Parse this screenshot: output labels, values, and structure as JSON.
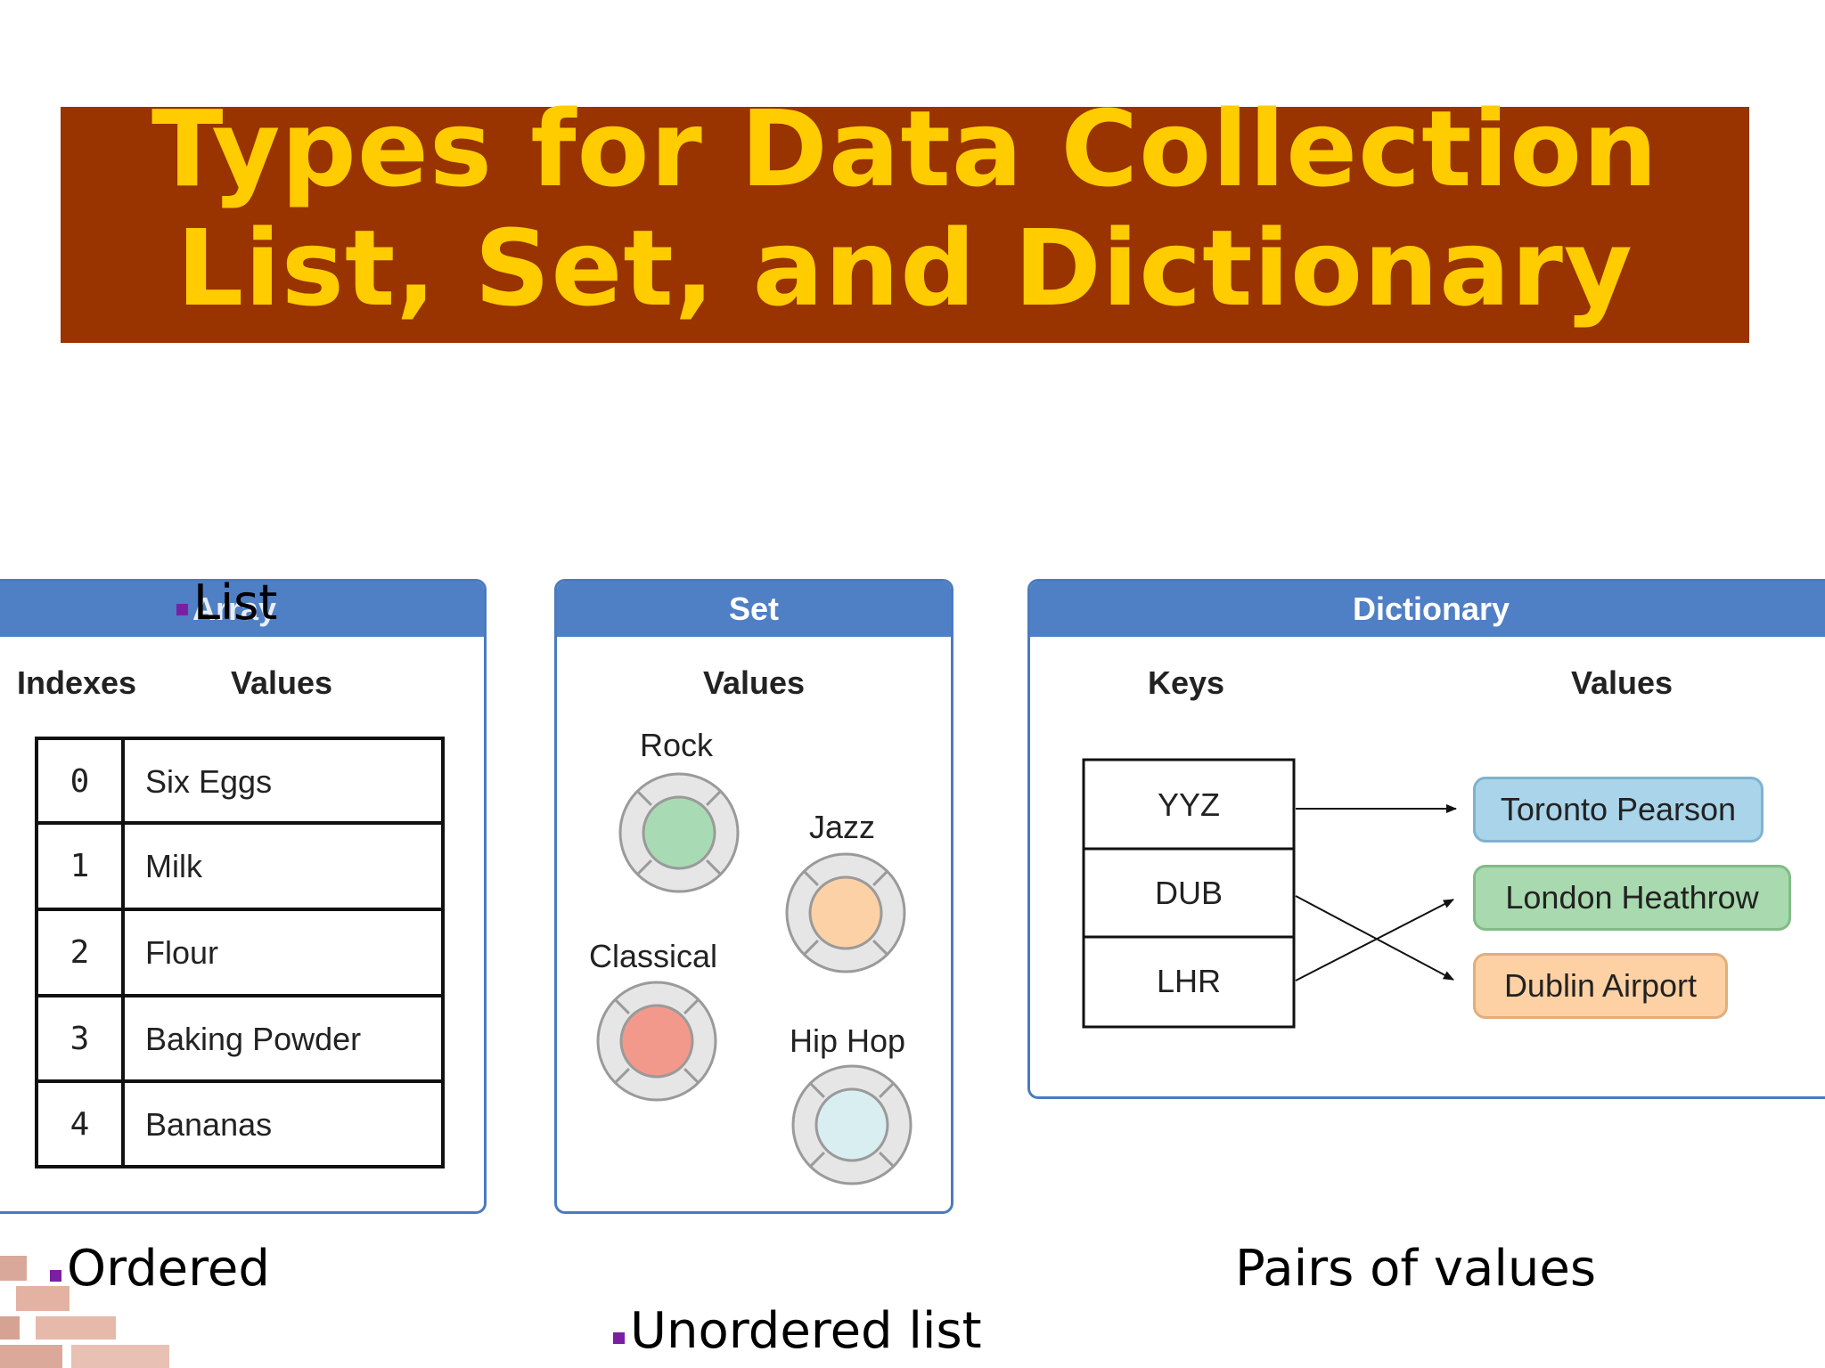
{
  "title": {
    "line1": "Types for Data Collection",
    "line2": "List, Set, and Dictionary",
    "bar_color": "#993300",
    "text_color": "#ffcc00"
  },
  "array_panel": {
    "header": "Array",
    "overlay_label": "List",
    "columns": {
      "indexes": "Indexes",
      "values": "Values"
    },
    "rows": [
      {
        "index": "0",
        "value": "Six Eggs"
      },
      {
        "index": "1",
        "value": "Milk"
      },
      {
        "index": "2",
        "value": "Flour"
      },
      {
        "index": "3",
        "value": "Baking Powder"
      },
      {
        "index": "4",
        "value": "Bananas"
      }
    ]
  },
  "set_panel": {
    "header": "Set",
    "column": "Values",
    "items": [
      {
        "label": "Rock",
        "color": "#a8dbb3"
      },
      {
        "label": "Jazz",
        "color": "#fdd1a6"
      },
      {
        "label": "Classical",
        "color": "#f3998b"
      },
      {
        "label": "Hip Hop",
        "color": "#d9eef0"
      }
    ]
  },
  "dictionary_panel": {
    "header": "Dictionary",
    "columns": {
      "keys": "Keys",
      "values": "Values"
    },
    "keys": [
      "YYZ",
      "DUB",
      "LHR"
    ],
    "values": [
      {
        "label": "Toronto Pearson",
        "fill": "#a9d4ea",
        "stroke": "#7fb3cf"
      },
      {
        "label": "London Heathrow",
        "fill": "#a9d9ae",
        "stroke": "#82bb88"
      },
      {
        "label": "Dublin Airport",
        "fill": "#fdd1a4",
        "stroke": "#e3ad7c"
      }
    ],
    "mapping": [
      {
        "key": "YYZ",
        "value": "Toronto Pearson"
      },
      {
        "key": "DUB",
        "value": "Dublin Airport"
      },
      {
        "key": "LHR",
        "value": "London Heathrow"
      }
    ]
  },
  "captions": {
    "ordered": "Ordered",
    "unordered": "Unordered list",
    "pairs": "Pairs of values"
  },
  "colors": {
    "panel_header": "#4f7fc4",
    "panel_border": "#4a7bbf",
    "bullet": "#7b1fa2"
  }
}
